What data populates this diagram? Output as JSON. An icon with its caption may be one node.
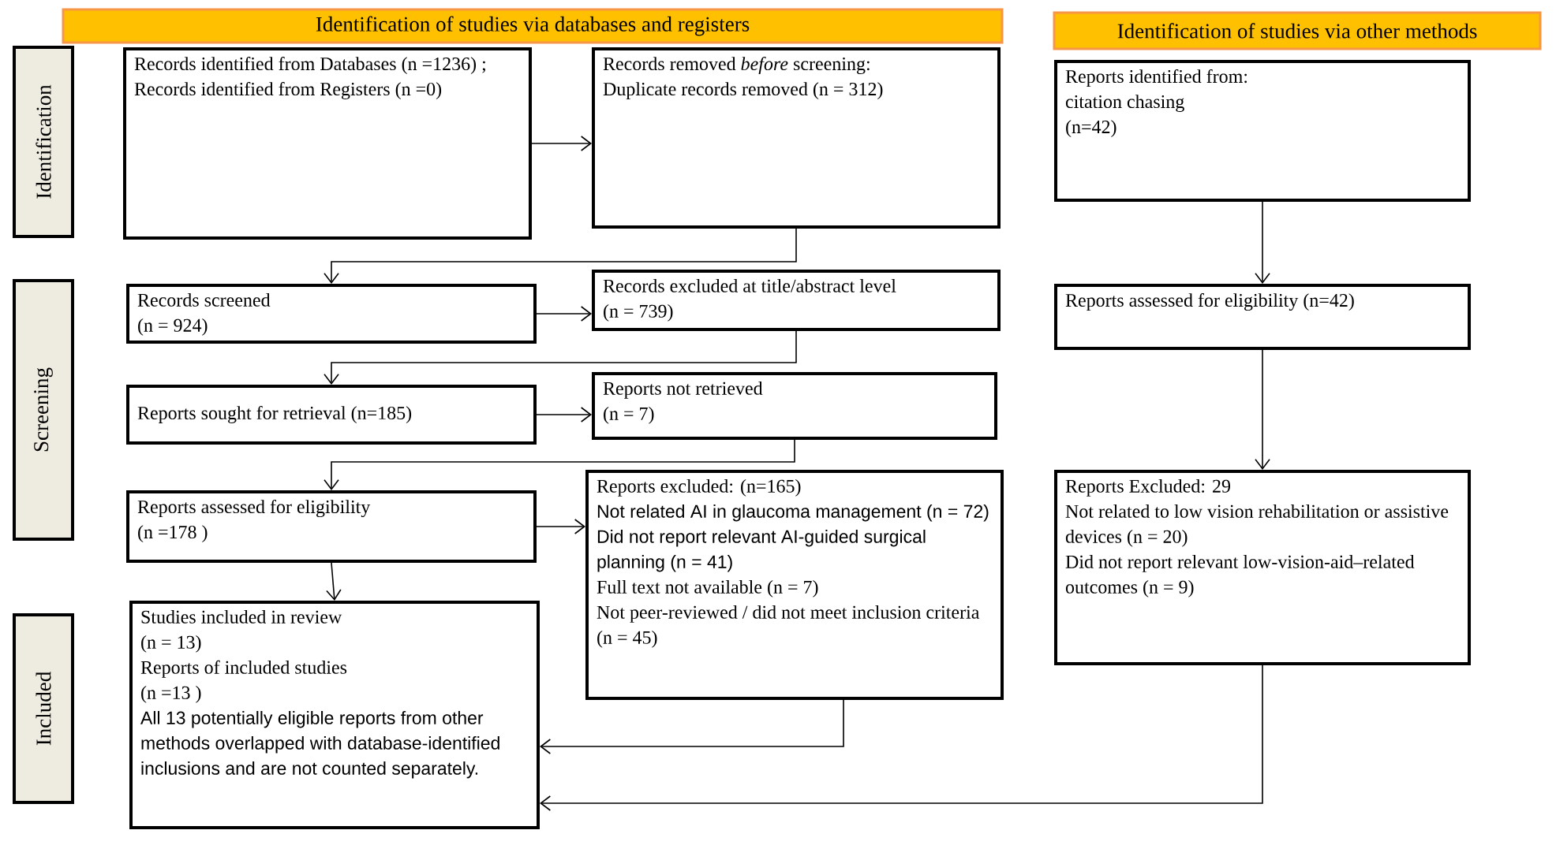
{
  "diagram": {
    "nodes": [
      {
        "text": [
          "Identification of studies via databases and registers"
        ]
      },
      {
        "text": [
          "Identification of studies via other methods"
        ]
      },
      {
        "text": [
          "Identification"
        ]
      },
      {
        "text": [
          "Screening"
        ]
      },
      {
        "text": [
          "Included"
        ]
      },
      {
        "text": [
          "Records identified from Databases (n =1236) ;",
          "Records identified from Registers (n =0)"
        ]
      },
      {
        "text": [
          "Records removed *before* screening:",
          "Duplicate records removed (n = 312)"
        ]
      },
      {
        "text": [
          "Records screened",
          "(n = 924)"
        ]
      },
      {
        "text": [
          "Records excluded at title/abstract level",
          "(n = 739)"
        ]
      },
      {
        "text": [
          "Reports sought for retrieval (n=185)"
        ]
      },
      {
        "text": [
          "Reports not retrieved",
          "(n = 7)"
        ]
      },
      {
        "text": [
          "Reports assessed for eligibility",
          "(n =178 )"
        ]
      },
      {
        "text": [
          "Reports excluded: (n=165)",
          "Not related AI in glaucoma management (n = 72)",
          "Did not report relevant AI-guided surgical planning (n = 41)",
          "Full text not available (n = 7)",
          "Not peer-reviewed / did not meet inclusion criteria (n = 45)"
        ]
      },
      {
        "text": [
          "Studies included in review",
          "(n = 13)",
          "Reports of included studies",
          "(n =13 )",
          "All 13 potentially eligible reports from other methods overlapped with database-identified inclusions and are not counted separately."
        ]
      },
      {
        "text": [
          "Reports identified from:",
          "citation chasing",
          "(n=42)"
        ]
      },
      {
        "text": [
          "Reports assessed for eligibility (n=42)"
        ]
      },
      {
        "text": [
          "Reports Excluded: 29",
          "Not related to low vision rehabilitation or assistive devices (n = 20)",
          "Did not report relevant low-vision-aid–related outcomes (n = 9)"
        ]
      }
    ],
    "edges": [
      {
        "from": 5,
        "to": 6,
        "arrow": "to"
      },
      {
        "from": 6,
        "to": 7,
        "arrow": "to"
      },
      {
        "from": 7,
        "to": 8,
        "arrow": "to"
      },
      {
        "from": 8,
        "to": 9,
        "arrow": "to"
      },
      {
        "from": 9,
        "to": 10,
        "arrow": "to"
      },
      {
        "from": 10,
        "to": 11,
        "arrow": "to"
      },
      {
        "from": 11,
        "to": 12,
        "arrow": "to"
      },
      {
        "from": 11,
        "to": 13,
        "arrow": "to"
      },
      {
        "from": 12,
        "to": 13,
        "arrow": "to"
      },
      {
        "from": 14,
        "to": 15,
        "arrow": "to"
      },
      {
        "from": 15,
        "to": 16,
        "arrow": "to"
      },
      {
        "from": 16,
        "to": 13,
        "arrow": "to"
      }
    ]
  }
}
